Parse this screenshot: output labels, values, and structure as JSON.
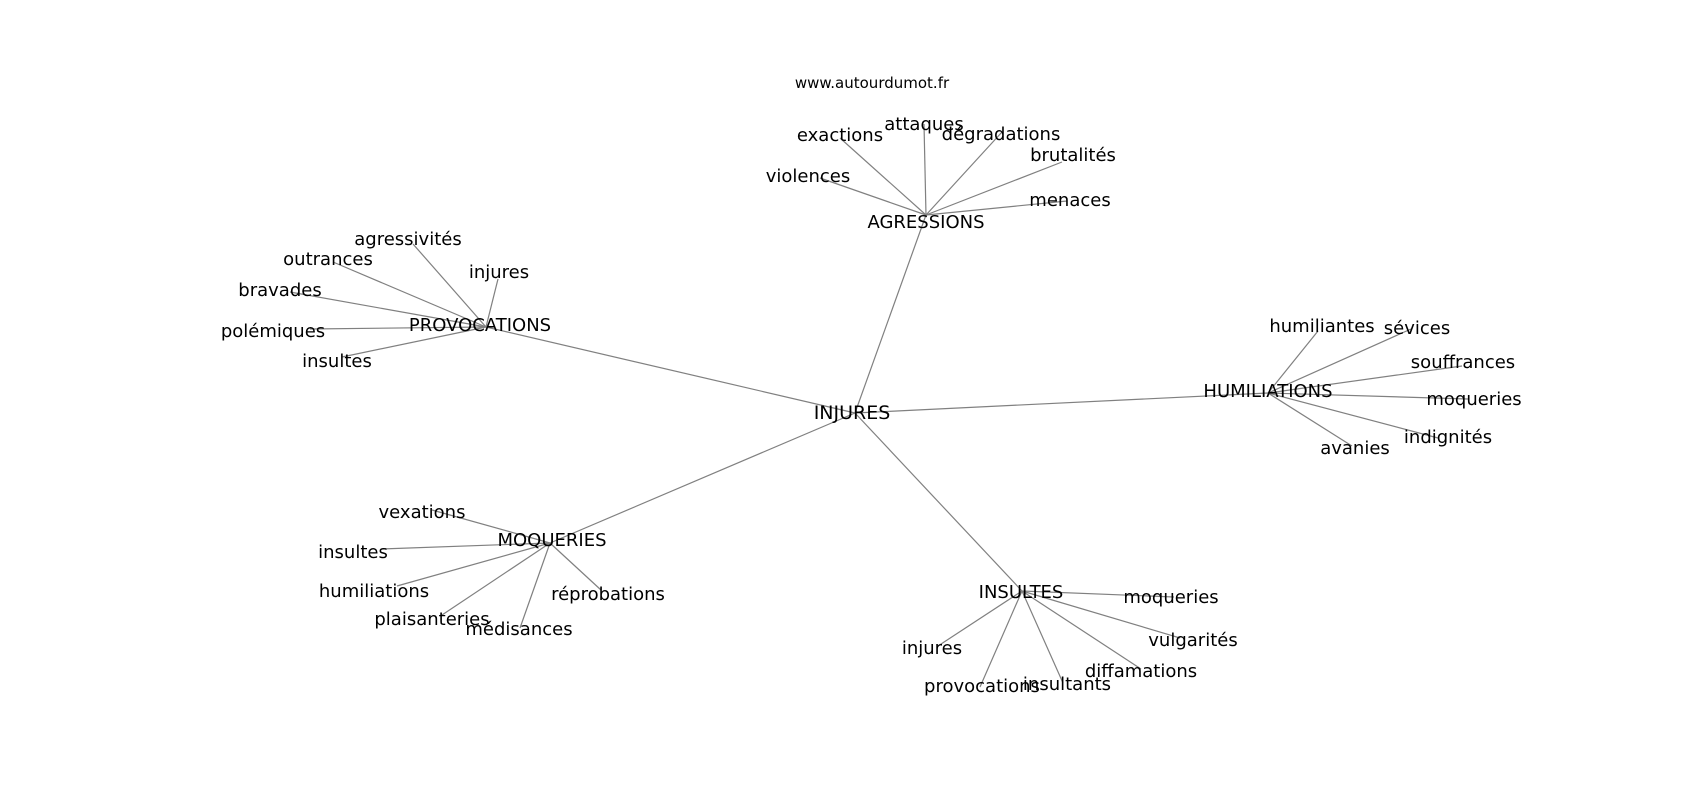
{
  "source": "www.autourdumot.fr",
  "graph": {
    "center": "INJURES",
    "hubs": [
      {
        "name": "AGRESSIONS",
        "leaves": [
          "exactions",
          "attaques",
          "dégradations",
          "brutalités",
          "violences",
          "menaces"
        ]
      },
      {
        "name": "PROVOCATIONS",
        "leaves": [
          "agressivités",
          "outrances",
          "injures",
          "bravades",
          "polémiques",
          "insultes"
        ]
      },
      {
        "name": "HUMILIATIONS",
        "leaves": [
          "humiliantes",
          "sévices",
          "souffrances",
          "moqueries",
          "indignités",
          "avanies"
        ]
      },
      {
        "name": "MOQUERIES",
        "leaves": [
          "vexations",
          "insultes",
          "humiliations",
          "réprobations",
          "plaisanteries",
          "médisances"
        ]
      },
      {
        "name": "INSULTES",
        "leaves": [
          "moqueries",
          "vulgarités",
          "injures",
          "diffamations",
          "provocations",
          "insultants"
        ]
      }
    ]
  }
}
